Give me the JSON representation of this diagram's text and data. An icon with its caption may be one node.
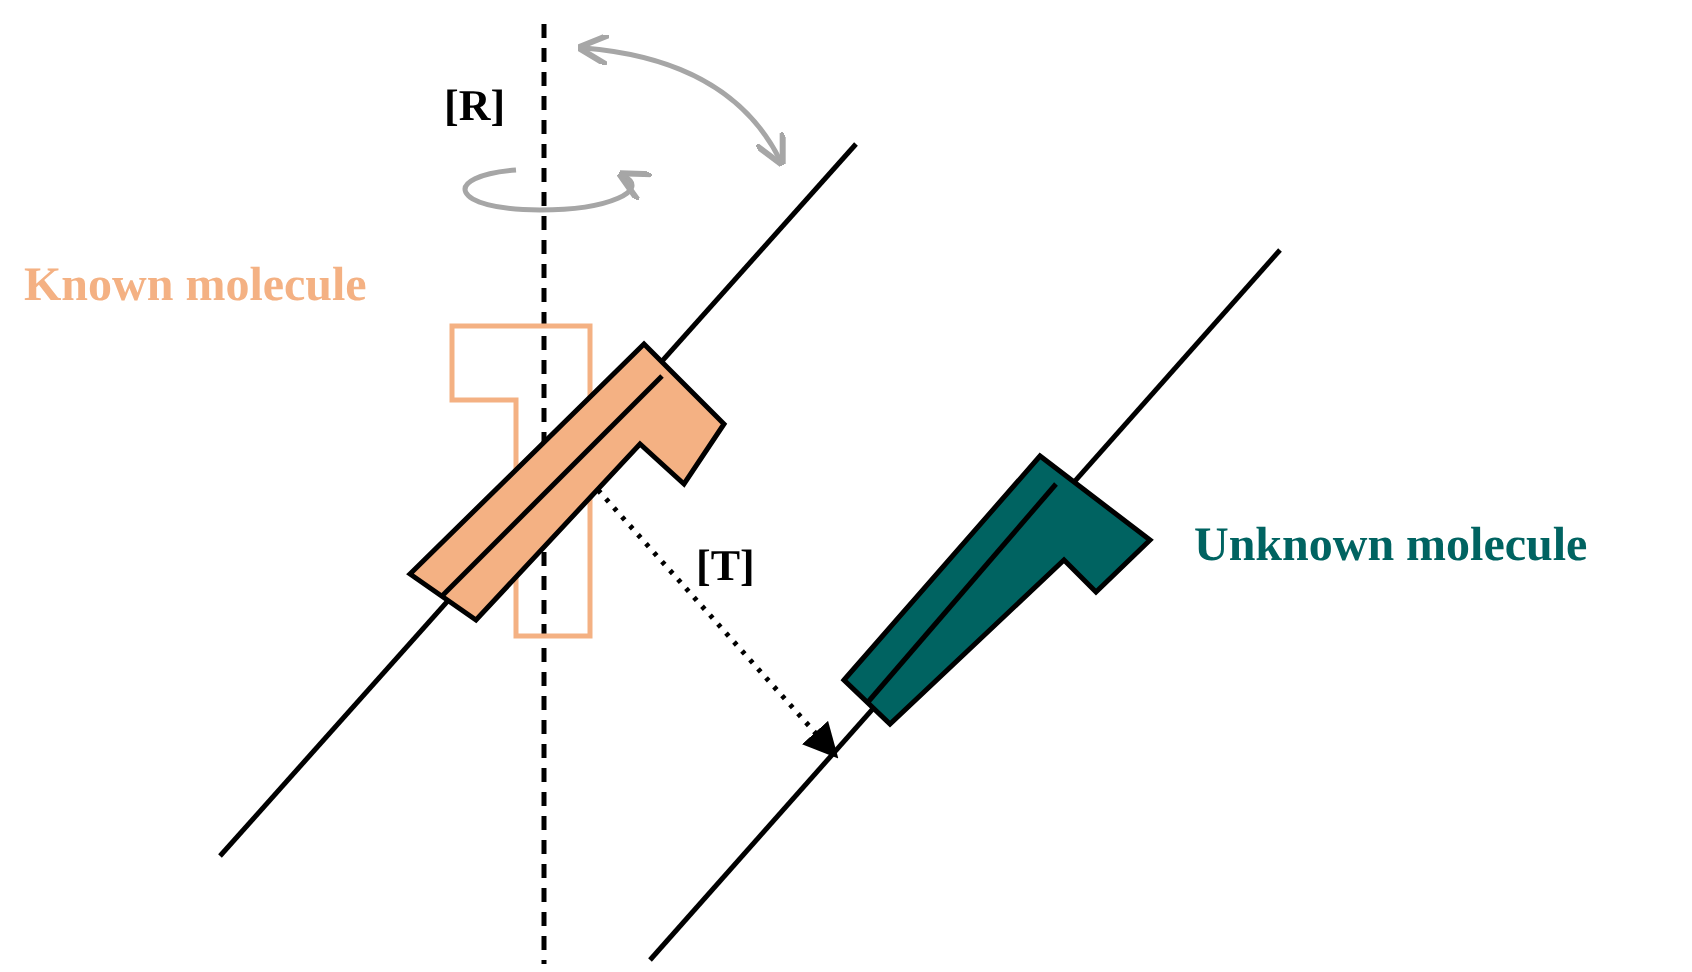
{
  "diagram": {
    "nodes": [
      {
        "text": [],
        "shape": "box",
        "beside": [
          "Known molecule"
        ]
      },
      {
        "text": [],
        "shape": "box"
      },
      {
        "text": [],
        "shape": "box",
        "beside": [
          "Unknown molecule"
        ]
      }
    ],
    "edges": [
      {
        "from": 1,
        "to": 2,
        "arrow": "to",
        "style": "dashed",
        "label": "[T]"
      }
    ],
    "labels": [
      "[R]"
    ]
  }
}
